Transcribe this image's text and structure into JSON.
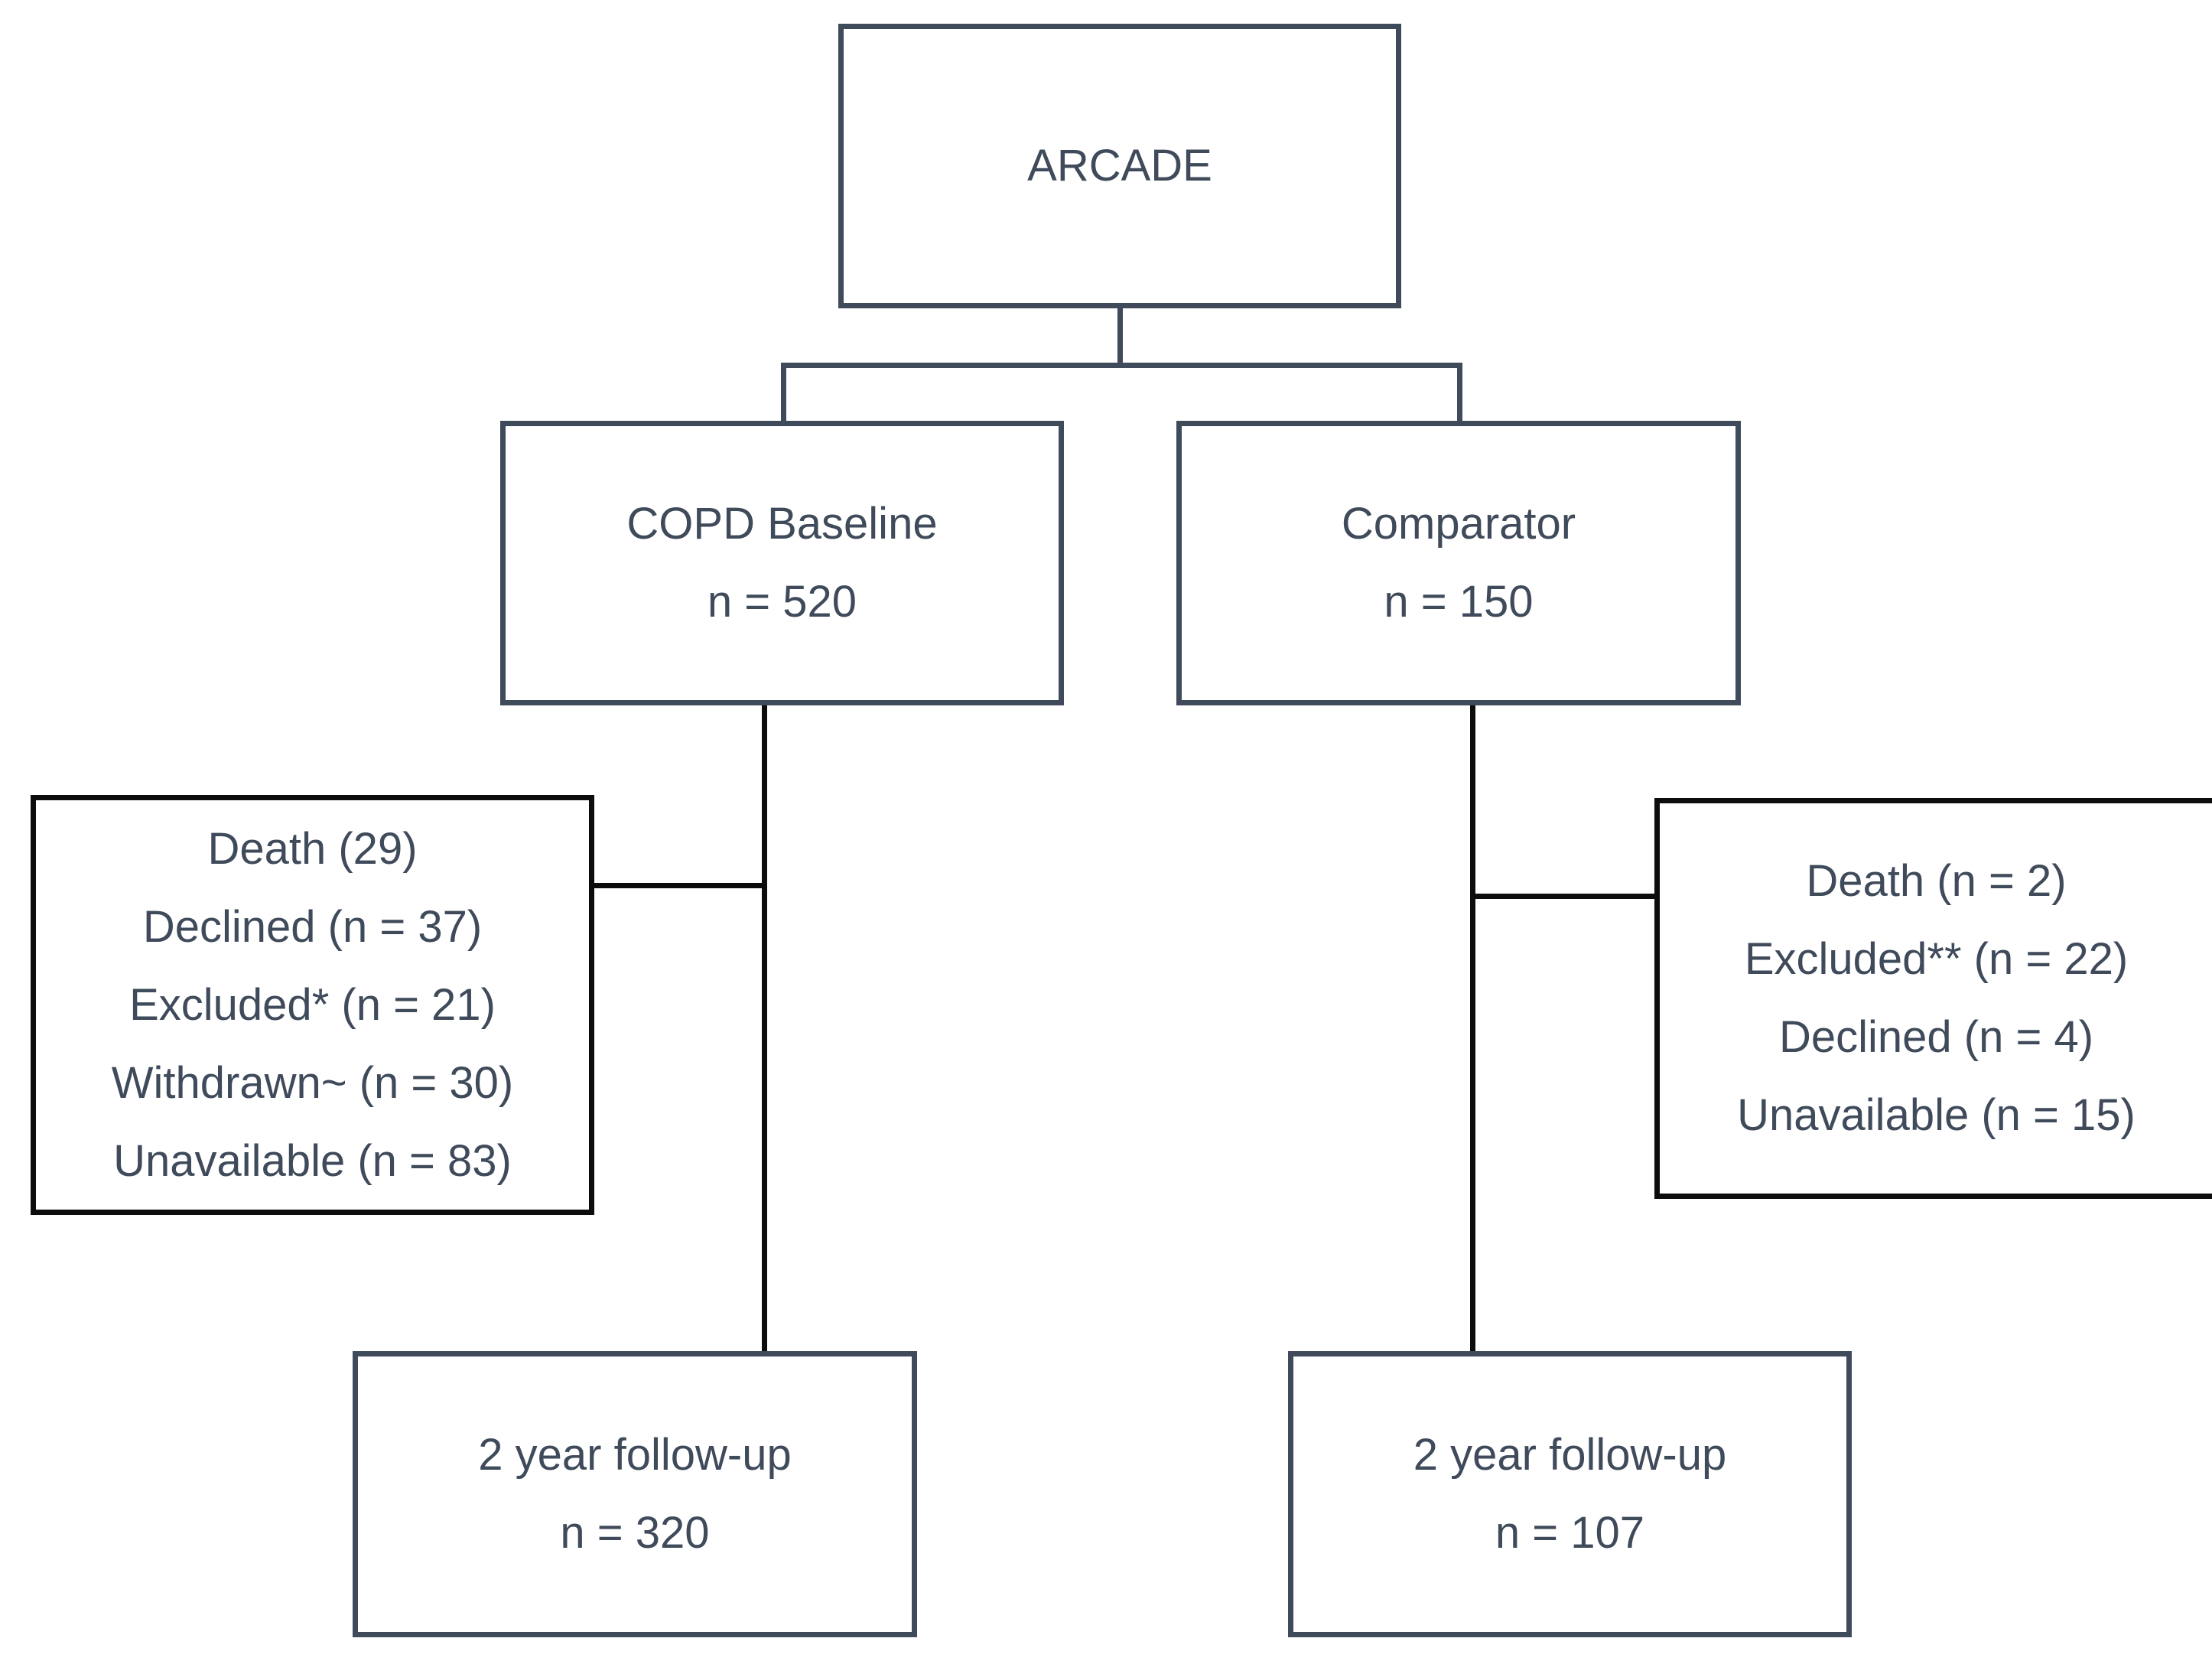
{
  "root": {
    "title": "ARCADE"
  },
  "groups": [
    {
      "baseline": {
        "title": "COPD Baseline",
        "n": "n = 520"
      },
      "exclusions": [
        "Death (29)",
        "Declined (n = 37)",
        "Excluded* (n = 21)",
        "Withdrawn~ (n = 30)",
        "Unavailable (n = 83)"
      ],
      "followup": {
        "title": "2 year follow-up",
        "n": "n = 320"
      }
    },
    {
      "baseline": {
        "title": "Comparator",
        "n": "n = 150"
      },
      "exclusions": [
        "Death (n = 2)",
        "Excluded** (n = 22)",
        "Declined (n = 4)",
        "Unavailable (n = 15)"
      ],
      "followup": {
        "title": "2 year follow-up",
        "n": "n = 107"
      }
    }
  ],
  "colors": {
    "box_border": "#3f4a5a",
    "text": "#3f4a5a",
    "exclusion_border": "#0d0d0d",
    "background": "#ffffff"
  }
}
